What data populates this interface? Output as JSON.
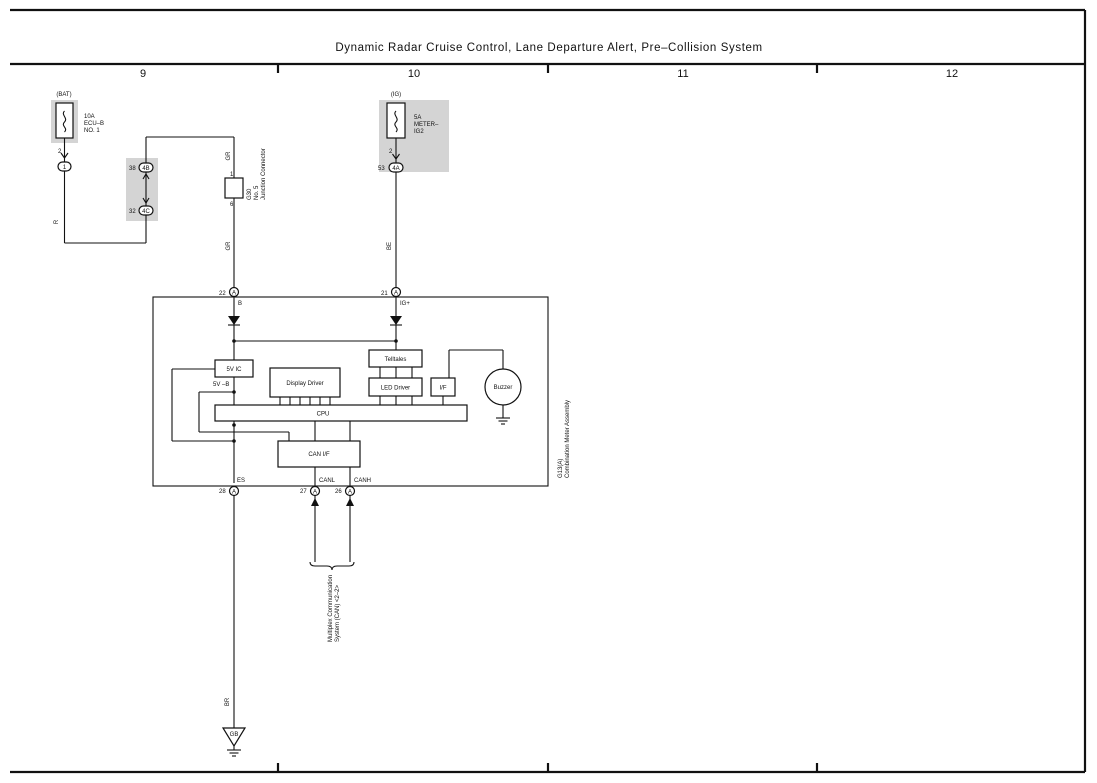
{
  "title": "Dynamic Radar Cruise Control,  Lane Departure Alert,  Pre–Collision System",
  "columns": [
    "9",
    "10",
    "11",
    "12"
  ],
  "fuse_bat": {
    "source": "(BAT)",
    "name": "10A\nECU–B\nNO. 1",
    "pin": "2",
    "conn": "1"
  },
  "fuse_ig": {
    "source": "(IG)",
    "name": "5A\nMETER–\nIG2",
    "pin": "2",
    "conn_pin": "53",
    "conn": "4A"
  },
  "junction": {
    "pin_top": "38",
    "conn_top": "4B",
    "pin_bottom": "32",
    "conn_bottom": "4C"
  },
  "connector_g30": {
    "pin_top": "1",
    "pin_bottom": "6",
    "label": "G30\nNo. 5\nJunction Connector"
  },
  "wires": {
    "gr_top": "GR",
    "gr_mid": "GR",
    "r": "R",
    "be": "BE",
    "br": "BR"
  },
  "meter": {
    "label": "G13(A)\nCombination Meter Assembly",
    "conn": "A",
    "pin_b": {
      "num": "22",
      "name": "B"
    },
    "pin_ig": {
      "num": "21",
      "name": "IG+"
    },
    "pin_es": {
      "num": "28",
      "name": "ES"
    },
    "pin_canl": {
      "num": "27",
      "name": "CANL"
    },
    "pin_canh": {
      "num": "26",
      "name": "CANH"
    },
    "blocks": {
      "five_v_ic": "5V IC",
      "five_v_b": "5V –B",
      "display_driver": "Display Driver",
      "telltales": "Telltales",
      "led_driver": "LED Driver",
      "if": "I/F",
      "buzzer": "Buzzer",
      "cpu": "CPU",
      "can_if": "CAN I/F"
    }
  },
  "can_ref": "Multiplex Communication\nSystem (CAN) <2–2>",
  "ground": {
    "name": "GB"
  }
}
